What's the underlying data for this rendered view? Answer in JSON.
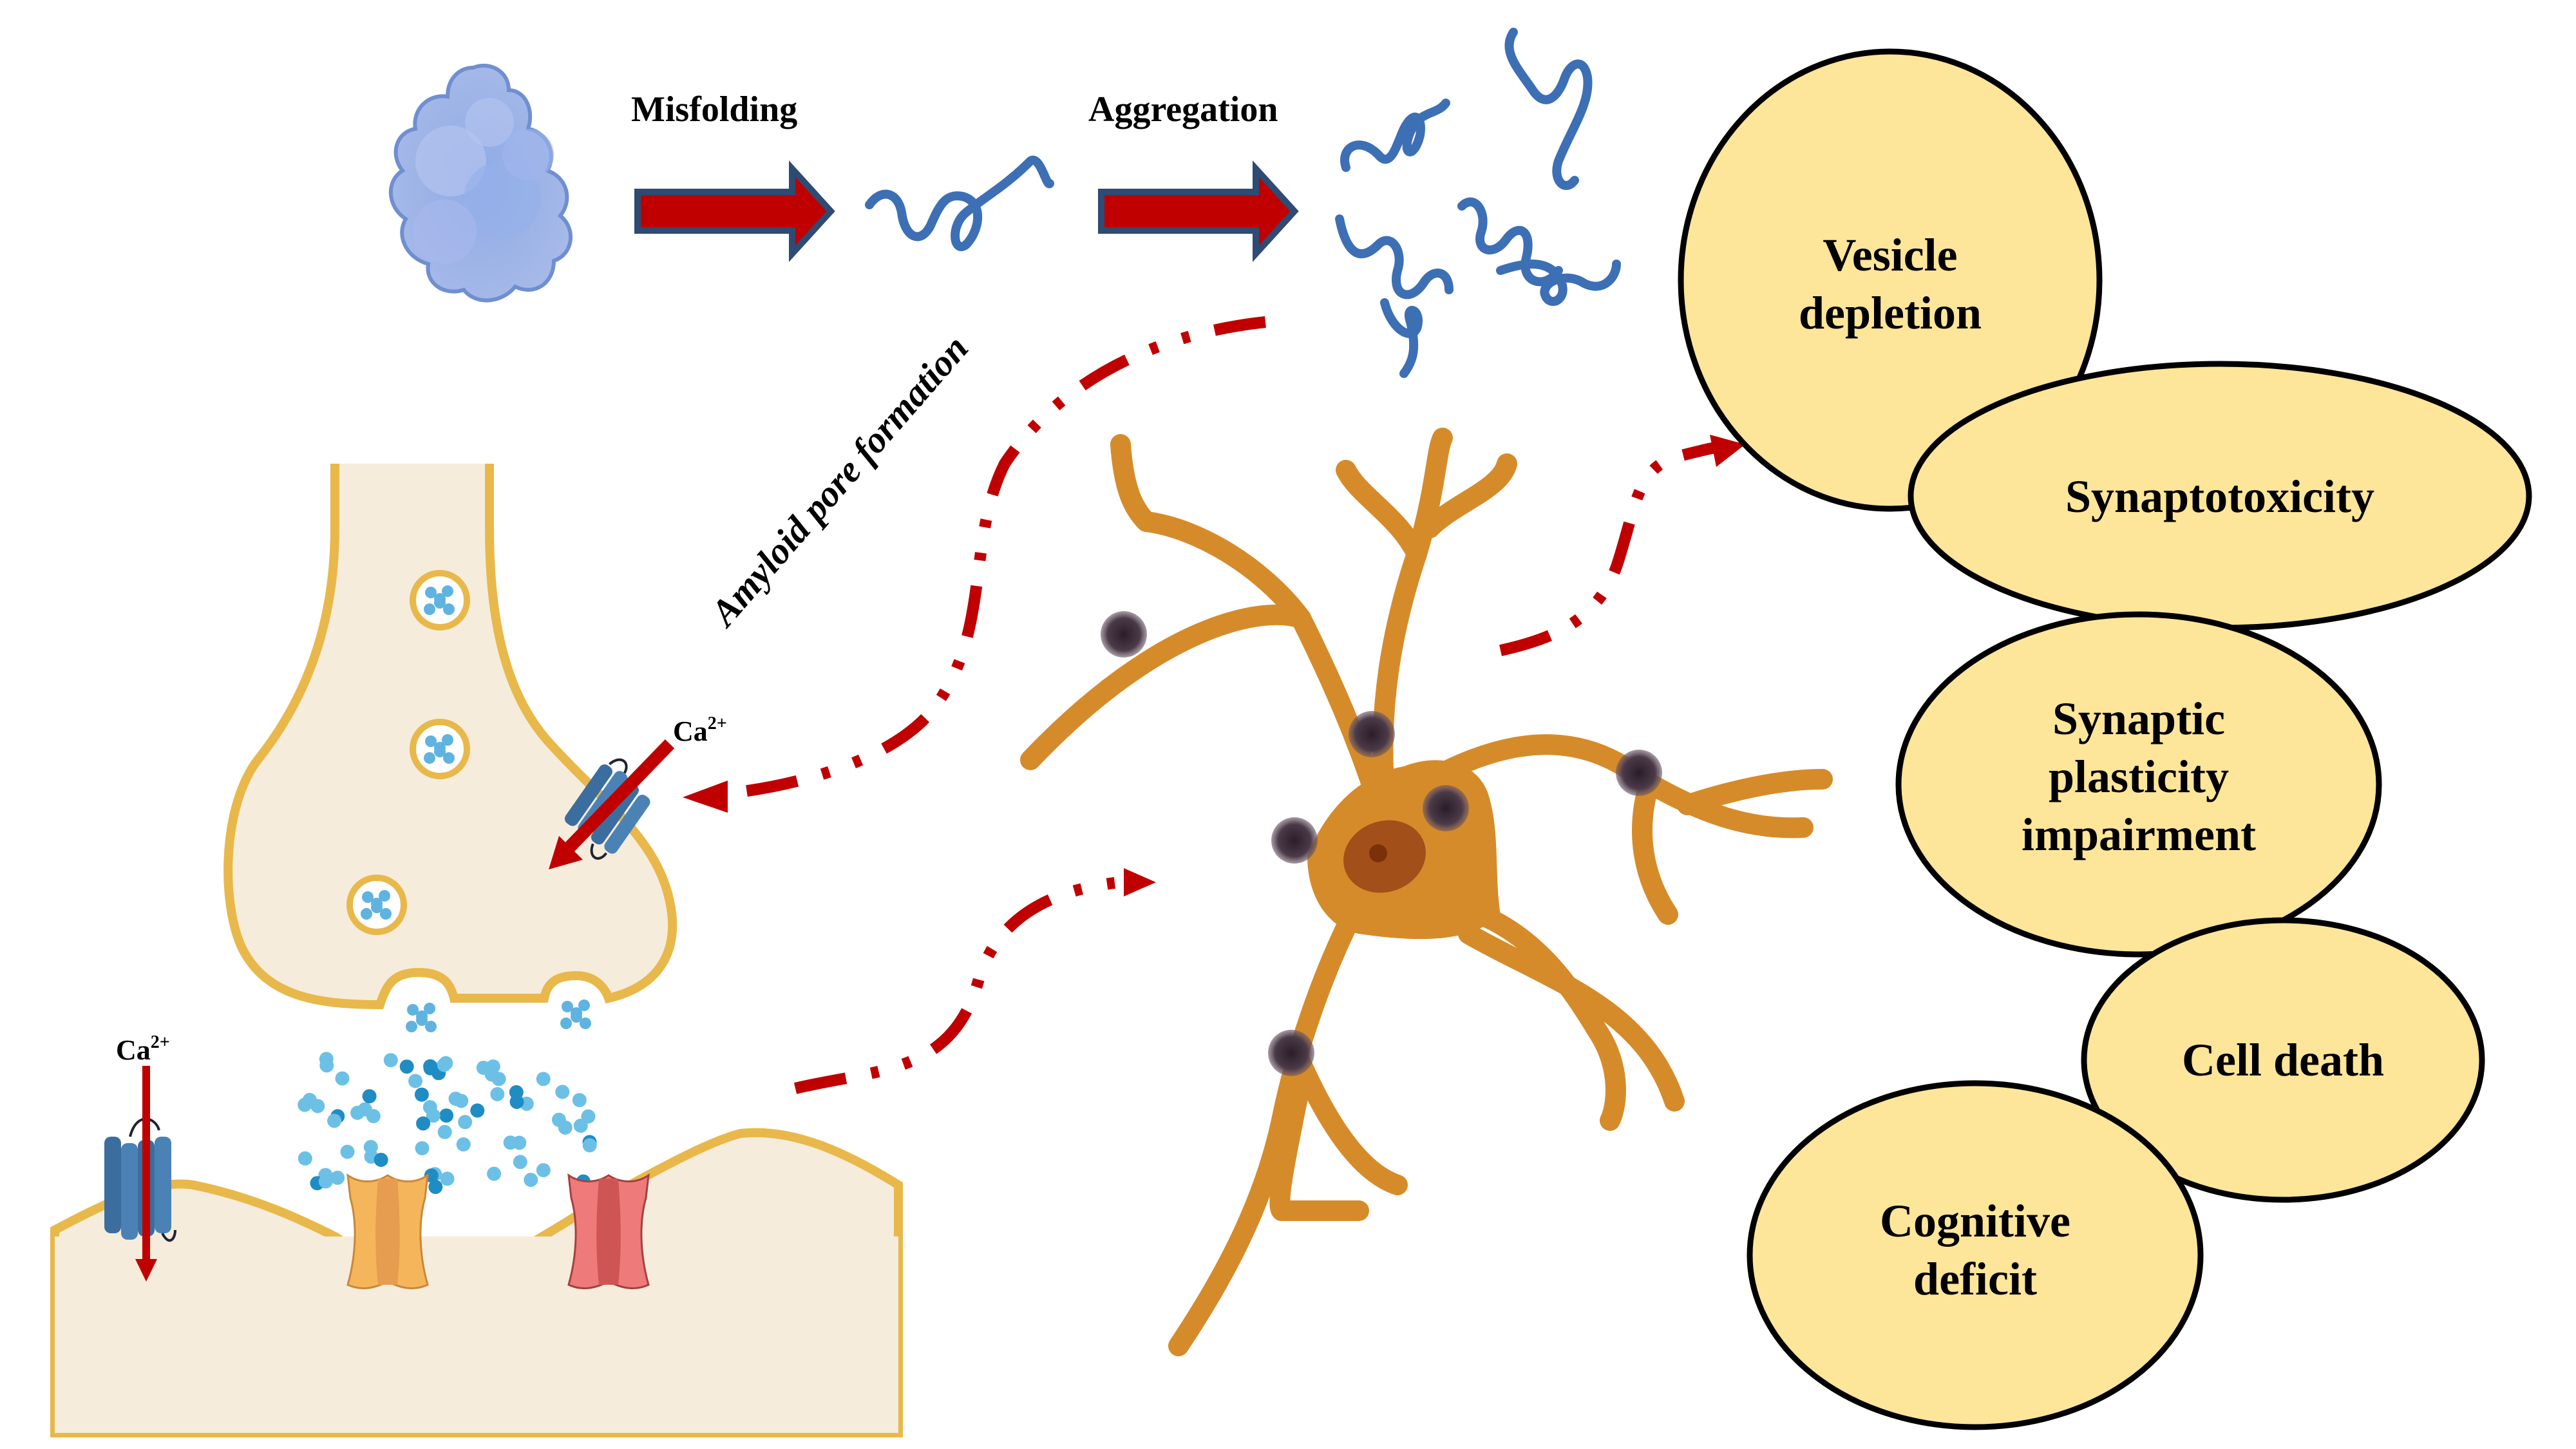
{
  "figure": {
    "title": "Amyloid misfolding, aggregation and synaptic toxicity pathway",
    "colors": {
      "process_arrow_fill": "#c00000",
      "process_arrow_stroke": "#2e4b73",
      "dash_arrow": "#c00000",
      "protein": "#9fb4e6",
      "fibril": "#3d6fb5",
      "membrane": "#e8b84a",
      "cytoplasm": "#f5ecdc",
      "neuron": "#d68b2a",
      "nucleus": "#a24f1a",
      "aggregate": "#3a2a35",
      "outcome_fill": "#fde59a",
      "outcome_stroke": "#000000",
      "vesicle_dot": "#3aa0d4",
      "receptor_orange": "#f5b55a",
      "receptor_red": "#e86a6a",
      "channel_blue": "#3b6e9e",
      "ca_arrow": "#c00000"
    }
  },
  "process": {
    "steps": [
      {
        "label": "Misfolding"
      },
      {
        "label": "Aggregation"
      }
    ],
    "side_label": "Amyloid pore formation"
  },
  "synapse": {
    "ion_labels": [
      {
        "base": "Ca",
        "sup": "2+"
      },
      {
        "base": "Ca",
        "sup": "2+"
      }
    ]
  },
  "outcomes": [
    {
      "lines": [
        "Vesicle",
        "depletion"
      ]
    },
    {
      "lines": [
        "Synaptotoxicity"
      ]
    },
    {
      "lines": [
        "Synaptic",
        "plasticity",
        "impairment"
      ]
    },
    {
      "lines": [
        "Cell death"
      ]
    },
    {
      "lines": [
        "Cognitive",
        "deficit"
      ]
    }
  ]
}
